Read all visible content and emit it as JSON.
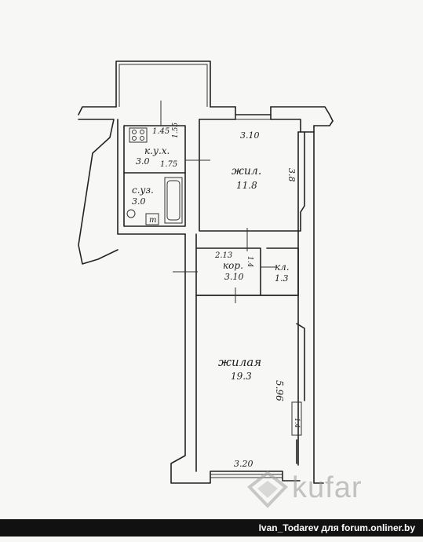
{
  "top_text": "",
  "rooms": {
    "kitchen": {
      "label": "к.у.х.",
      "dim_top": "1.45",
      "dim_side": "1.55",
      "area": "3.0",
      "dim_inner": "1.75"
    },
    "bath": {
      "label": "с.уз.",
      "area": "3.0"
    },
    "living1": {
      "dim_top": "3.10",
      "label": "жил.",
      "area": "11.8",
      "dim_side": "3.8"
    },
    "corridor": {
      "dim_top": "2.13",
      "label": "кор.",
      "area": "3.10",
      "dim_side": "1.4"
    },
    "closet": {
      "label": "кл.",
      "area": "1.3"
    },
    "living2": {
      "label": "жилая",
      "area": "19.3",
      "dim_side": "5.96",
      "dim_bottom": "3.20"
    }
  },
  "radiator_mark": "1.4",
  "wc_mark": "т",
  "watermark": {
    "text": "kufar"
  },
  "credit": "Ivan_Todarev для forum.onliner.by"
}
